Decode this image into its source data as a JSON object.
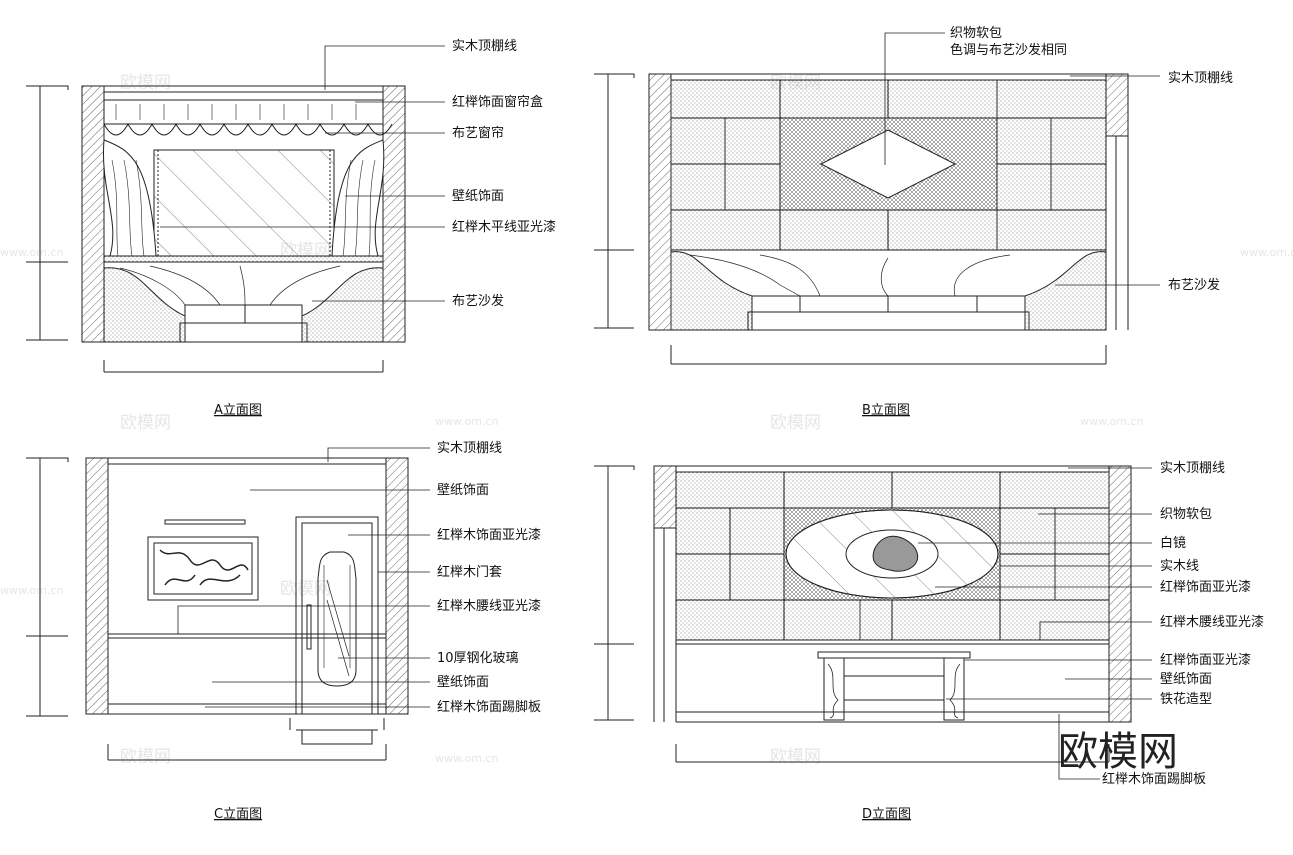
{
  "watermark": {
    "text": "欧模网",
    "url": "www.om.cn"
  },
  "logo": "欧模网",
  "panels": {
    "a": {
      "title": "A立面图",
      "labels": [
        "实木顶棚线",
        "红榉饰面窗帘盒",
        "布艺窗帘",
        "壁纸饰面",
        "红榉木平线亚光漆",
        "布艺沙发"
      ]
    },
    "b": {
      "title": "B立面图",
      "labels": [
        "织物软包",
        "色调与布艺沙发相同",
        "实木顶棚线",
        "布艺沙发"
      ]
    },
    "c": {
      "title": "C立面图",
      "labels": [
        "实木顶棚线",
        "壁纸饰面",
        "红榉木饰面亚光漆",
        "红榉木门套",
        "红榉木腰线亚光漆",
        "10厚钢化玻璃",
        "壁纸饰面",
        "红榉木饰面踢脚板"
      ]
    },
    "d": {
      "title": "D立面图",
      "labels": [
        "实木顶棚线",
        "织物软包",
        "白镜",
        "实木线",
        "红榉饰面亚光漆",
        "红榉木腰线亚光漆",
        "红榉饰面亚光漆",
        "壁纸饰面",
        "铁花造型",
        "红榉木饰面踢脚板"
      ]
    }
  }
}
